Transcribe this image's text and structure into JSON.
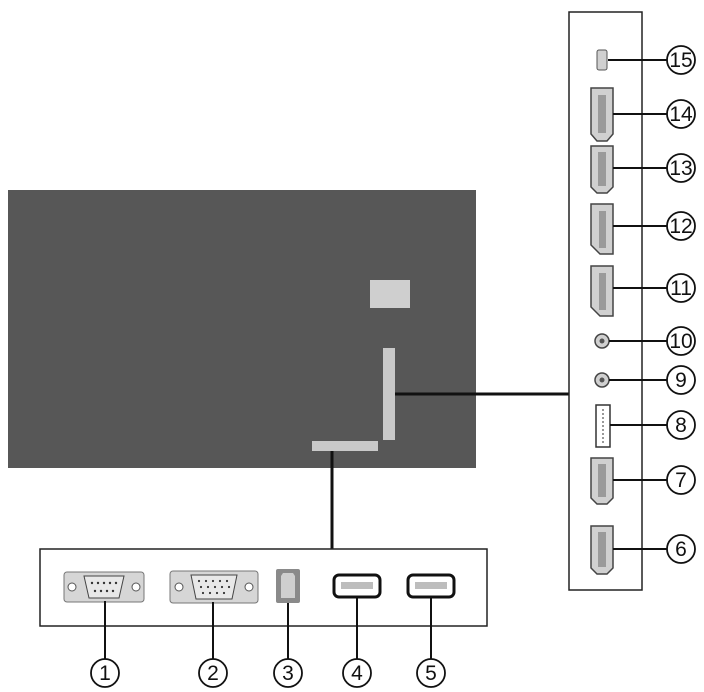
{
  "colors": {
    "tv_body": "#575757",
    "connector_fill": "#d2d2d2",
    "line": "#111111",
    "panel_border": "#222222",
    "background": "#ffffff"
  },
  "bottom_callouts": [
    {
      "number": "1",
      "icon": "serial-db9-port-icon"
    },
    {
      "number": "2",
      "icon": "vga-port-icon"
    },
    {
      "number": "3",
      "icon": "usb-b-port-icon"
    },
    {
      "number": "4",
      "icon": "usb-a-port-icon"
    },
    {
      "number": "5",
      "icon": "usb-a-port-icon"
    }
  ],
  "side_callouts": [
    {
      "number": "15",
      "icon": "micro-usb-port-icon"
    },
    {
      "number": "14",
      "icon": "hdmi-port-icon"
    },
    {
      "number": "13",
      "icon": "hdmi-port-icon"
    },
    {
      "number": "12",
      "icon": "displayport-port-icon"
    },
    {
      "number": "11",
      "icon": "displayport-port-icon"
    },
    {
      "number": "10",
      "icon": "audio-jack-icon"
    },
    {
      "number": "9",
      "icon": "audio-jack-icon"
    },
    {
      "number": "8",
      "icon": "sd-card-slot-icon"
    },
    {
      "number": "7",
      "icon": "hdmi-port-icon"
    },
    {
      "number": "6",
      "icon": "hdmi-port-icon"
    }
  ]
}
